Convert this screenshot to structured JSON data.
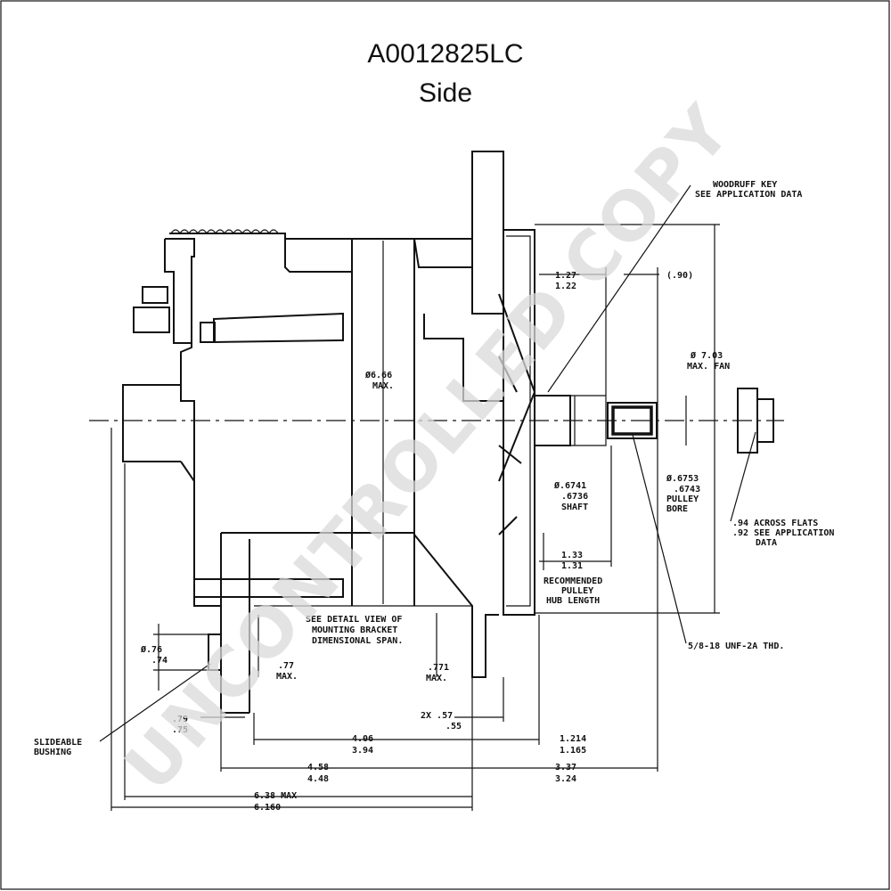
{
  "title": "A0012825LC",
  "subtitle": "Side",
  "watermark": "UNCONTROLLED COPY",
  "colors": {
    "ink": "#111111",
    "watermark": "#d9d9d9",
    "background": "#ffffff"
  },
  "labels": {
    "woodruff": "WOODRUFF KEY",
    "woodruff_ref": "SEE APPLICATION DATA",
    "d127": "1.27",
    "d122": "1.22",
    "d90": "(.90)",
    "fan1": "Ø 7.03",
    "fan2": "MAX. FAN",
    "body1": "Ø6.66",
    "body2": "MAX.",
    "shaft1": "Ø.6741",
    "shaft2": ".6736",
    "shaft3": "SHAFT",
    "bore1": "Ø.6753",
    "bore2": ".6743",
    "bore3": "PULLEY",
    "bore4": "BORE",
    "flats1": ".94 ACROSS FLATS",
    "flats2": ".92 SEE APPLICATION",
    "flats3": "DATA",
    "hub1": "1.33",
    "hub2": "1.31",
    "hub3": "RECOMMENDED",
    "hub4": "PULLEY",
    "hub5": "HUB LENGTH",
    "thread": "5/8-18 UNF-2A THD.",
    "detail1": "SEE DETAIL VIEW OF",
    "detail2": "MOUNTING BRACKET",
    "detail3": "DIMENSIONAL SPAN.",
    "h771a": ".771",
    "h771b": "MAX.",
    "h77": ".77",
    "h77max": "MAX.",
    "d76": "Ø.76",
    "d74": ".74",
    "slide1": "SLIDEABLE",
    "slide2": "BUSHING",
    "d79": ".79",
    "d75": ".75",
    "d2x": "2X .57",
    "d55": ".55",
    "d406": "4.06",
    "d394": "3.94",
    "d1214": "1.214",
    "d1165": "1.165",
    "d458": "4.58",
    "d448": "4.48",
    "d337": "3.37",
    "d324": "3.24",
    "d638": "6.38 MAX",
    "d6160": "6.160"
  }
}
